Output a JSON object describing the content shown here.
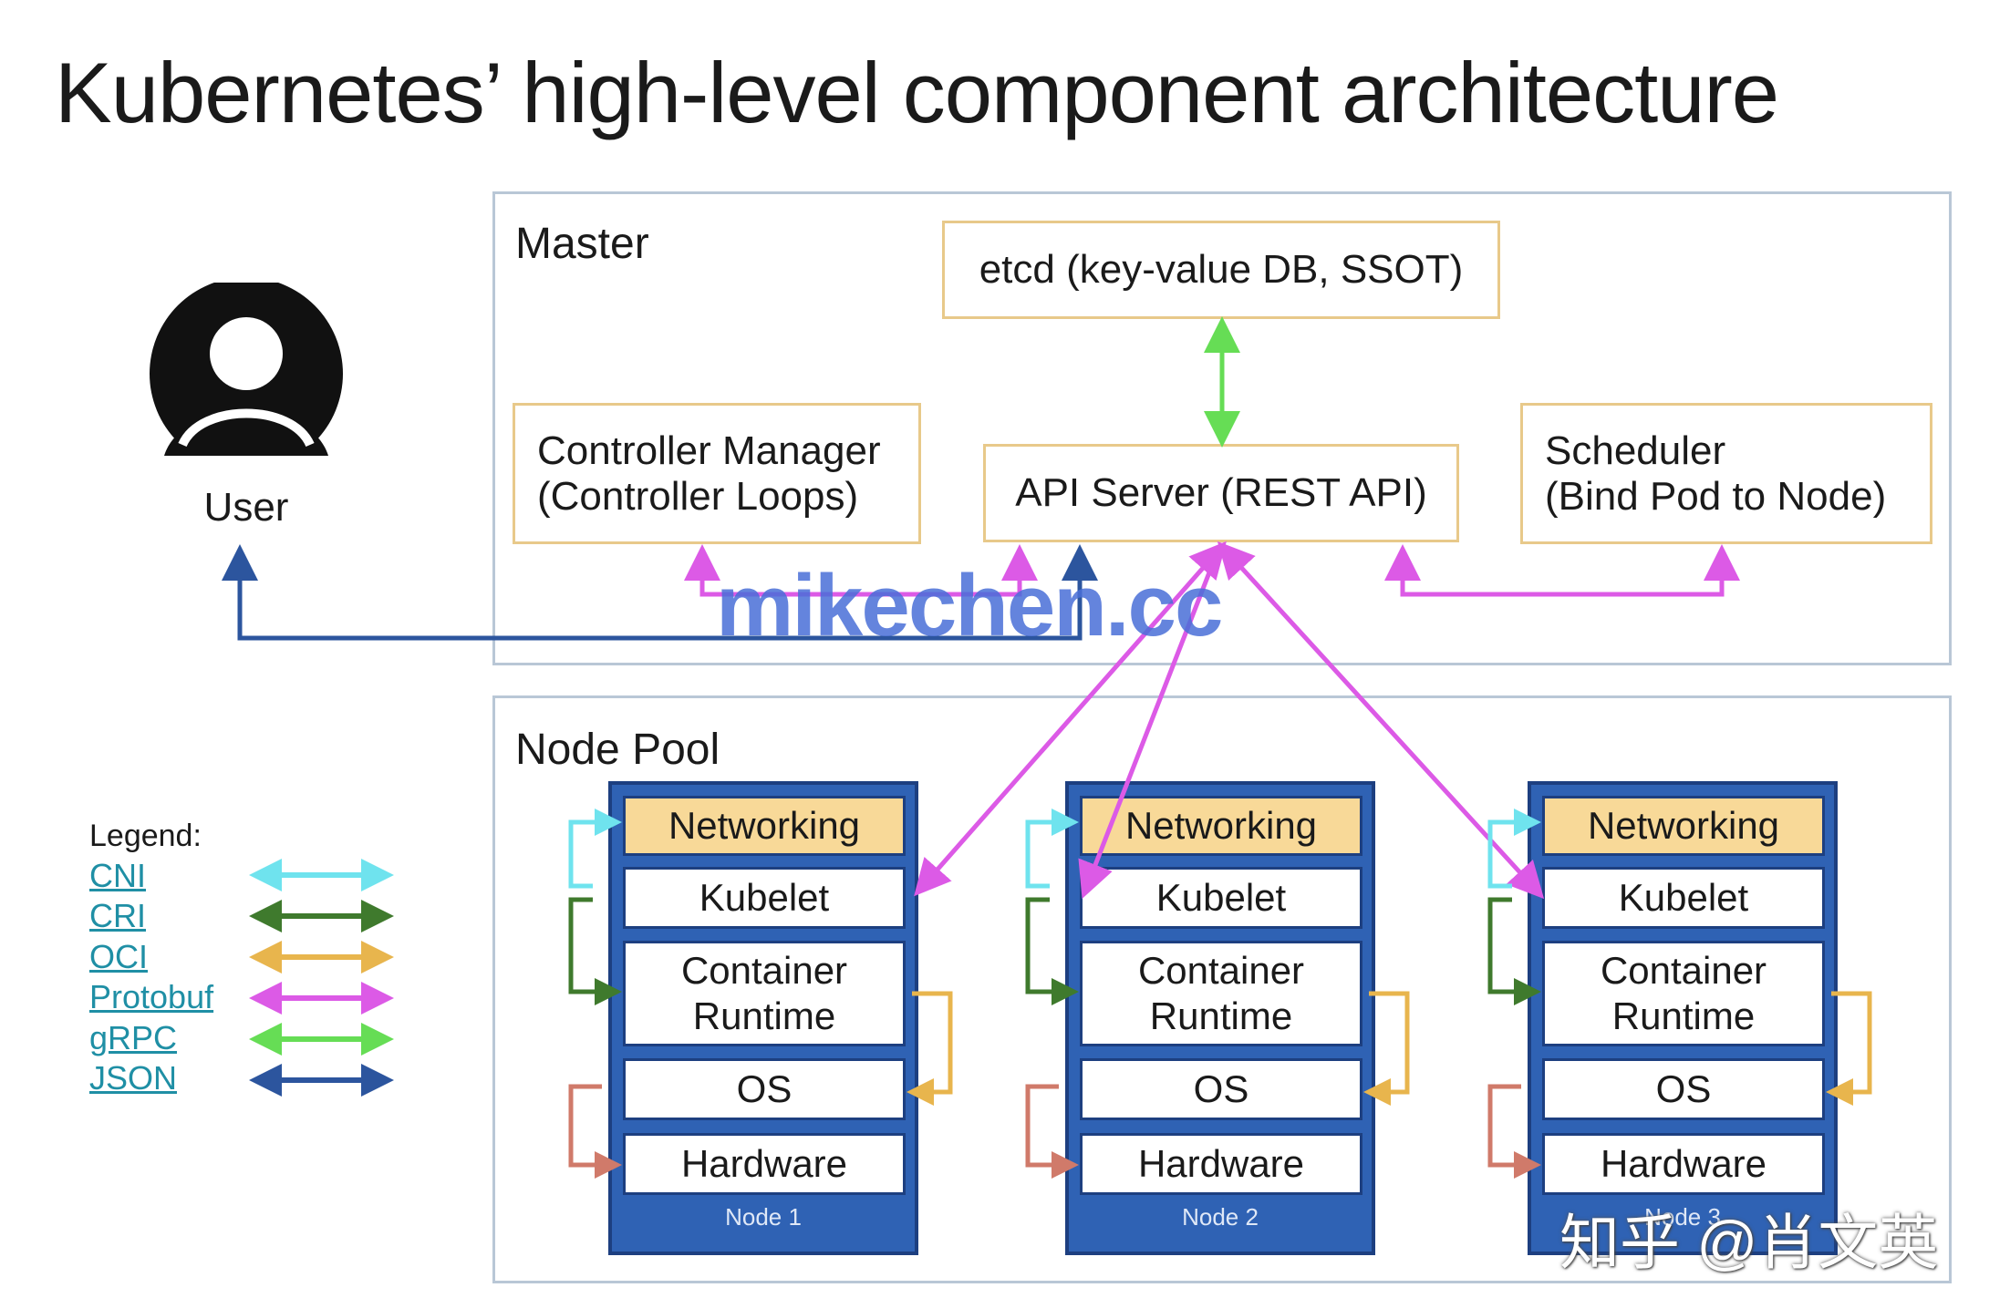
{
  "title": "Kubernetes’ high-level component architecture",
  "user": {
    "label": "User"
  },
  "master": {
    "label": "Master",
    "etcd": "etcd (key-value DB, SSOT)",
    "controller_manager": [
      "Controller Manager",
      "(Controller Loops)"
    ],
    "api_server": "API Server (REST API)",
    "scheduler": [
      "Scheduler",
      "(Bind Pod to Node)"
    ]
  },
  "node_pool": {
    "label": "Node Pool",
    "layers": [
      "Networking",
      "Kubelet",
      "Container",
      "Runtime",
      "OS",
      "Hardware"
    ],
    "nodes": [
      "Node 1",
      "Node 2",
      "Node 3"
    ]
  },
  "legend": {
    "title": "Legend:",
    "items": [
      {
        "label": "CNI",
        "color": "#6fe3ee"
      },
      {
        "label": "CRI",
        "color": "#3f7a2d"
      },
      {
        "label": "OCI",
        "color": "#e8b54d"
      },
      {
        "label": "Protobuf",
        "color": "#dc5ae6"
      },
      {
        "label": "gRPC",
        "color": "#66dd55"
      },
      {
        "label": "JSON",
        "color": "#2c559e"
      }
    ]
  },
  "watermarks": {
    "site": "mikechen.cc",
    "zhihu": "知乎 @肖文英"
  },
  "colors": {
    "node_fill": "#2f62b4",
    "networking_fill": "#f8d998",
    "box_border": "#e8c98a",
    "region_border": "#b9c7d6",
    "os_arrow": "#d07a6a"
  }
}
